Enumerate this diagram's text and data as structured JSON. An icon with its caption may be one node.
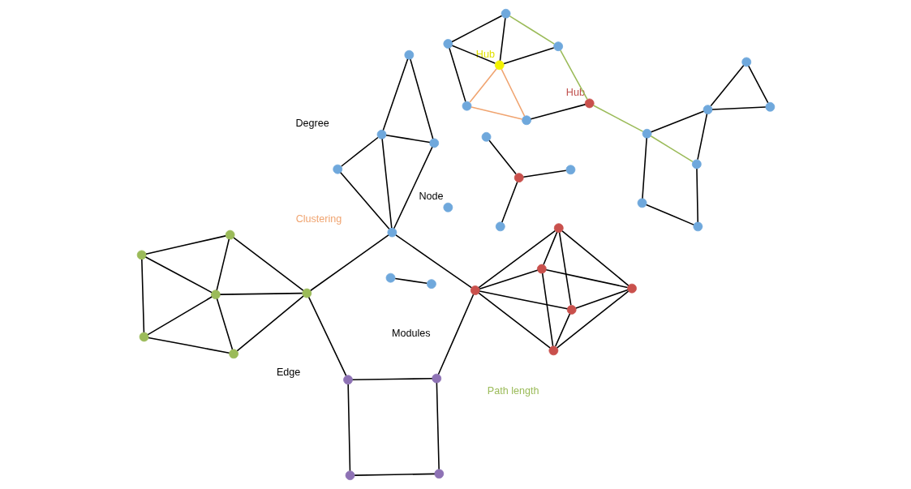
{
  "diagram": {
    "nodes": [
      {
        "text": [],
        "shape": "circle",
        "beside": [
          "Node"
        ]
      },
      {
        "text": [],
        "shape": "circle"
      },
      {
        "text": [],
        "shape": "circle"
      },
      {
        "text": [],
        "shape": "circle"
      },
      {
        "text": [],
        "shape": "circle"
      },
      {
        "text": [],
        "shape": "circle"
      },
      {
        "text": [],
        "shape": "circle"
      },
      {
        "text": [],
        "shape": "circle"
      },
      {
        "text": [],
        "shape": "circle"
      },
      {
        "text": [],
        "shape": "circle"
      },
      {
        "text": [],
        "shape": "circle",
        "beside": [
          "Hub"
        ]
      },
      {
        "text": [],
        "shape": "circle"
      },
      {
        "text": [],
        "shape": "circle"
      },
      {
        "text": [],
        "shape": "circle",
        "beside": [
          "Hub"
        ]
      },
      {
        "text": [],
        "shape": "circle"
      },
      {
        "text": [],
        "shape": "circle"
      },
      {
        "text": [],
        "shape": "circle"
      },
      {
        "text": [],
        "shape": "circle"
      },
      {
        "text": [],
        "shape": "circle"
      },
      {
        "text": [],
        "shape": "circle"
      },
      {
        "text": [],
        "shape": "circle"
      },
      {
        "text": [],
        "shape": "circle"
      },
      {
        "text": [],
        "shape": "circle"
      },
      {
        "text": [],
        "shape": "circle"
      },
      {
        "text": [],
        "shape": "circle"
      },
      {
        "text": [],
        "shape": "circle"
      },
      {
        "text": [],
        "shape": "circle"
      },
      {
        "text": [],
        "shape": "circle"
      },
      {
        "text": [],
        "shape": "circle"
      },
      {
        "text": [],
        "shape": "circle"
      },
      {
        "text": [],
        "shape": "circle"
      },
      {
        "text": [],
        "shape": "circle"
      },
      {
        "text": [],
        "shape": "circle"
      },
      {
        "text": [],
        "shape": "circle"
      },
      {
        "text": [],
        "shape": "circle"
      },
      {
        "text": [],
        "shape": "circle"
      },
      {
        "text": [],
        "shape": "circle"
      },
      {
        "text": [],
        "shape": "circle"
      },
      {
        "text": [],
        "shape": "circle"
      },
      {
        "text": [],
        "shape": "circle"
      },
      {
        "text": [],
        "shape": "circle"
      },
      {
        "text": [],
        "shape": "circle"
      }
    ],
    "edges": [
      {
        "from": 1,
        "to": 2,
        "arrow": "none"
      },
      {
        "from": 3,
        "to": 4,
        "arrow": "none"
      },
      {
        "from": 3,
        "to": 5,
        "arrow": "none"
      },
      {
        "from": 3,
        "to": 6,
        "arrow": "none"
      },
      {
        "from": 7,
        "to": 8,
        "arrow": "none",
        "color": "#f0a470"
      },
      {
        "from": 7,
        "to": 10,
        "arrow": "none",
        "color": "#f0a470"
      },
      {
        "from": 8,
        "to": 10,
        "arrow": "none",
        "color": "#f0a470"
      },
      {
        "from": 7,
        "to": 9,
        "arrow": "none"
      },
      {
        "from": 9,
        "to": 10,
        "arrow": "none"
      },
      {
        "from": 9,
        "to": 11,
        "arrow": "none"
      },
      {
        "from": 11,
        "to": 10,
        "arrow": "none"
      },
      {
        "from": 10,
        "to": 12,
        "arrow": "none"
      },
      {
        "from": 11,
        "to": 12,
        "arrow": "none",
        "color": "#9bbb59"
      },
      {
        "from": 12,
        "to": 13,
        "arrow": "none",
        "color": "#9bbb59"
      },
      {
        "from": 8,
        "to": 13,
        "arrow": "none"
      },
      {
        "from": 13,
        "to": 16,
        "arrow": "none",
        "color": "#9bbb59"
      },
      {
        "from": 16,
        "to": 17,
        "arrow": "none",
        "color": "#9bbb59"
      },
      {
        "from": 14,
        "to": 15,
        "arrow": "none"
      },
      {
        "from": 14,
        "to": 16,
        "arrow": "none"
      },
      {
        "from": 15,
        "to": 17,
        "arrow": "none"
      },
      {
        "from": 16,
        "to": 18,
        "arrow": "none"
      },
      {
        "from": 18,
        "to": 17,
        "arrow": "none"
      },
      {
        "from": 18,
        "to": 19,
        "arrow": "none"
      },
      {
        "from": 18,
        "to": 20,
        "arrow": "none"
      },
      {
        "from": 19,
        "to": 20,
        "arrow": "none"
      },
      {
        "from": 21,
        "to": 24,
        "arrow": "none"
      },
      {
        "from": 21,
        "to": 23,
        "arrow": "none"
      },
      {
        "from": 23,
        "to": 22,
        "arrow": "none"
      },
      {
        "from": 22,
        "to": 25,
        "arrow": "none"
      },
      {
        "from": 23,
        "to": 24,
        "arrow": "none"
      },
      {
        "from": 23,
        "to": 25,
        "arrow": "none"
      },
      {
        "from": 24,
        "to": 25,
        "arrow": "none"
      },
      {
        "from": 26,
        "to": 27,
        "arrow": "none"
      },
      {
        "from": 26,
        "to": 28,
        "arrow": "none"
      },
      {
        "from": 28,
        "to": 29,
        "arrow": "none"
      },
      {
        "from": 27,
        "to": 29,
        "arrow": "none"
      },
      {
        "from": 25,
        "to": 31,
        "arrow": "none"
      },
      {
        "from": 31,
        "to": 28,
        "arrow": "none"
      },
      {
        "from": 25,
        "to": 37,
        "arrow": "none"
      },
      {
        "from": 29,
        "to": 37,
        "arrow": "none"
      },
      {
        "from": 30,
        "to": 31,
        "arrow": "none"
      },
      {
        "from": 30,
        "to": 33,
        "arrow": "none"
      },
      {
        "from": 30,
        "to": 32,
        "arrow": "none"
      },
      {
        "from": 30,
        "to": 35,
        "arrow": "none"
      },
      {
        "from": 31,
        "to": 32,
        "arrow": "none"
      },
      {
        "from": 31,
        "to": 35,
        "arrow": "none"
      },
      {
        "from": 31,
        "to": 34,
        "arrow": "none"
      },
      {
        "from": 32,
        "to": 33,
        "arrow": "none"
      },
      {
        "from": 32,
        "to": 34,
        "arrow": "none"
      },
      {
        "from": 33,
        "to": 34,
        "arrow": "none"
      },
      {
        "from": 33,
        "to": 35,
        "arrow": "none"
      },
      {
        "from": 35,
        "to": 34,
        "arrow": "none"
      },
      {
        "from": 37,
        "to": 36,
        "arrow": "none"
      },
      {
        "from": 36,
        "to": 39,
        "arrow": "none"
      },
      {
        "from": 36,
        "to": 38,
        "arrow": "none"
      },
      {
        "from": 37,
        "to": 39,
        "arrow": "none"
      },
      {
        "from": 38,
        "to": 39,
        "arrow": "none"
      },
      {
        "from": 37,
        "to": 40,
        "arrow": "none"
      },
      {
        "from": 39,
        "to": 40,
        "arrow": "none"
      },
      {
        "from": 39,
        "to": 41,
        "arrow": "none"
      },
      {
        "from": 38,
        "to": 41,
        "arrow": "none"
      },
      {
        "from": 40,
        "to": 41,
        "arrow": "none"
      }
    ],
    "labels": [
      "Edge",
      "Degree",
      "Clustering",
      "Path length",
      "Modules"
    ]
  }
}
